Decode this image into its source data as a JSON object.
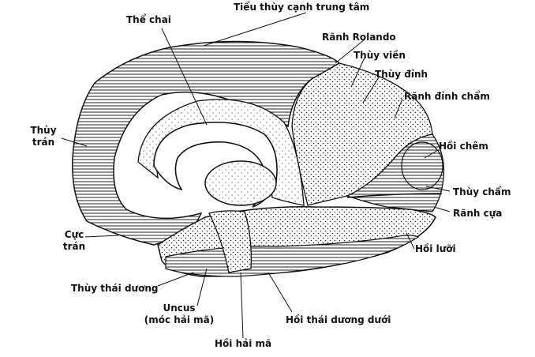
{
  "labels": {
    "the_chai": "Thể chai",
    "tieu_thuy_canh_trung_tam": "Tiểu thùy cạnh trung tâm",
    "ranh_rolando": "Rãnh Rolando",
    "thuy_vien": "Thùy viền",
    "thuy_dinh": "Thùy đỉnh",
    "ranh_dinh_cham": "Rãnh đỉnh chẩm",
    "thuy_tran_line1": "Thùy",
    "thuy_tran_line2": "trán",
    "hoi_chem": "Hồi chêm",
    "thuy_cham": "Thùy chẩm",
    "ranh_cua": "Rãnh cựa",
    "cuc_tran_line1": "Cực",
    "cuc_tran_line2": "trán",
    "hoi_luoi": "Hồi lưỡi",
    "thuy_thai_duong": "Thùy thái dương",
    "uncus_line1": "Uncus",
    "uncus_line2": "(móc hải mã)",
    "hoi_thai_duong_duoi": "Hồi thái dương dưới",
    "hoi_hai_ma": "Hồi hải mã"
  }
}
